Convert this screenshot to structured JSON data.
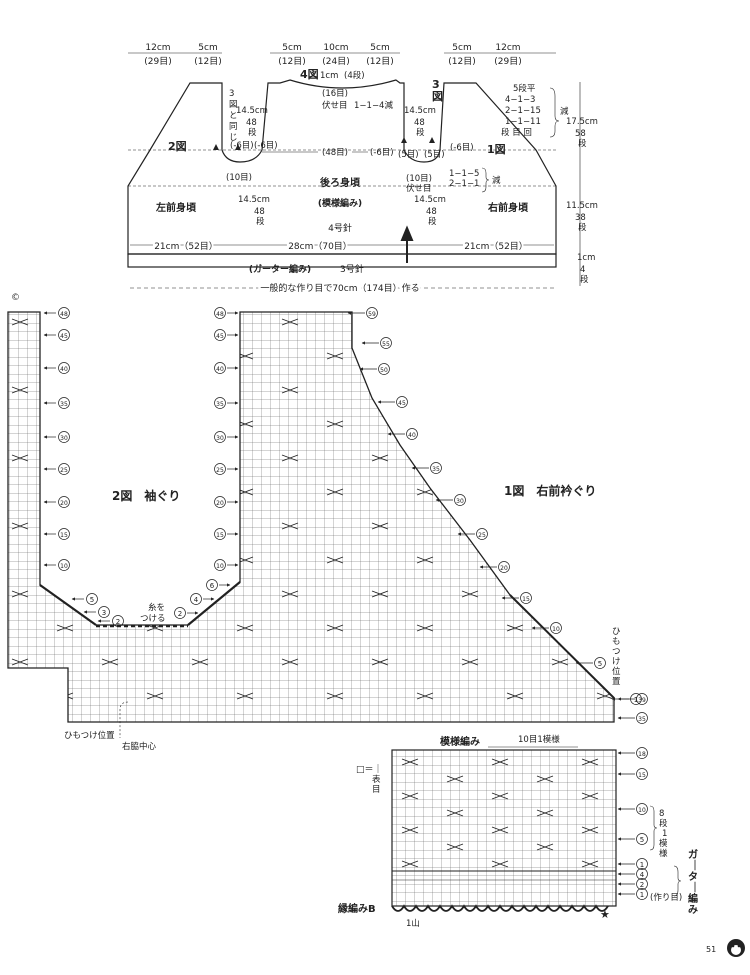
{
  "schematic": {
    "top_dims": [
      {
        "cm": "12cm",
        "st": "(29目)"
      },
      {
        "cm": "5cm",
        "st": "(12目)"
      },
      {
        "cm": "5cm",
        "st": "(12目)"
      },
      {
        "cm": "10cm",
        "st": "(24目)"
      },
      {
        "cm": "5cm",
        "st": "(12目)"
      },
      {
        "cm": "5cm",
        "st": "(12目)"
      },
      {
        "cm": "12cm",
        "st": "(29目)"
      }
    ],
    "fig4": "4図",
    "fig3_left": "3図と同じ",
    "fig3": "3図",
    "fig2": "2図",
    "fig1": "1図",
    "back_neck": {
      "depth": "1cm",
      "rows": "(4段)",
      "sts": "(16目)",
      "bind": "伏せ目",
      "dec": "1−1−4減"
    },
    "back_piece": {
      "name": "後ろ身頃",
      "pattern": "(模様編み)"
    },
    "left_front": "左前身頃",
    "right_front": "右前身頃",
    "armhole_left": {
      "cm": "14.5cm",
      "rows": "48段",
      "dec_a": "(-6目)",
      "dec_b": "(-6目)",
      "start": "(10目)"
    },
    "armhole_right": {
      "cm": "14.5cm",
      "rows": "48段",
      "a": "(5目)",
      "b": "(5目)",
      "dec": "(-6目)"
    },
    "mid_sts": "(48目)",
    "mid_dec": "(-6目)",
    "neck_right": {
      "line1": "5段平",
      "line2": "4−1−3",
      "line3": "2−1−15",
      "line4": "1−1−11",
      "line5": "段 目 回",
      "dec": "減"
    },
    "armhole_dec": {
      "sts": "(10目)",
      "bind": "伏せ目",
      "line1": "1−1−5",
      "line2": "2−1−1",
      "dec": "減"
    },
    "lower_left": {
      "cm": "14.5cm",
      "rows": "48段"
    },
    "lower_right": {
      "cm": "14.5cm",
      "rows": "48段"
    },
    "needle4": "4号針",
    "widths": {
      "left": "21cm（52目）",
      "center": "28cm（70目）",
      "right": "21cm（52目）"
    },
    "garter": "(ガーター編み)",
    "needle3": "3号針",
    "cast_on": "一般的な作り目で70cm（174目）作る",
    "right_side": {
      "a": "17.5cm",
      "a_r": "58段",
      "b": "11.5cm",
      "b_r": "38段",
      "c": "1cm",
      "c_r": "4段"
    }
  },
  "chart": {
    "fig2_title": "2図　袖ぐり",
    "fig1_title": "1図　右前衿ぐり",
    "yarn_note_1": "糸を",
    "yarn_note_2": "つける",
    "tie_right": "ひもつけ位置",
    "tie_left": "ひもつけ位置",
    "side_center": "右脇中心",
    "pattern_title": "模様編み",
    "repeat": "10目1模様",
    "legend_symbol": "□＝｜",
    "legend_text": "表目",
    "repeat_rows": "8段1模様",
    "garter_v": "ガーター編み",
    "cast_on": "(作り目)",
    "edging": "縁編みB",
    "edging_unit": "1山",
    "page_num": "51"
  }
}
